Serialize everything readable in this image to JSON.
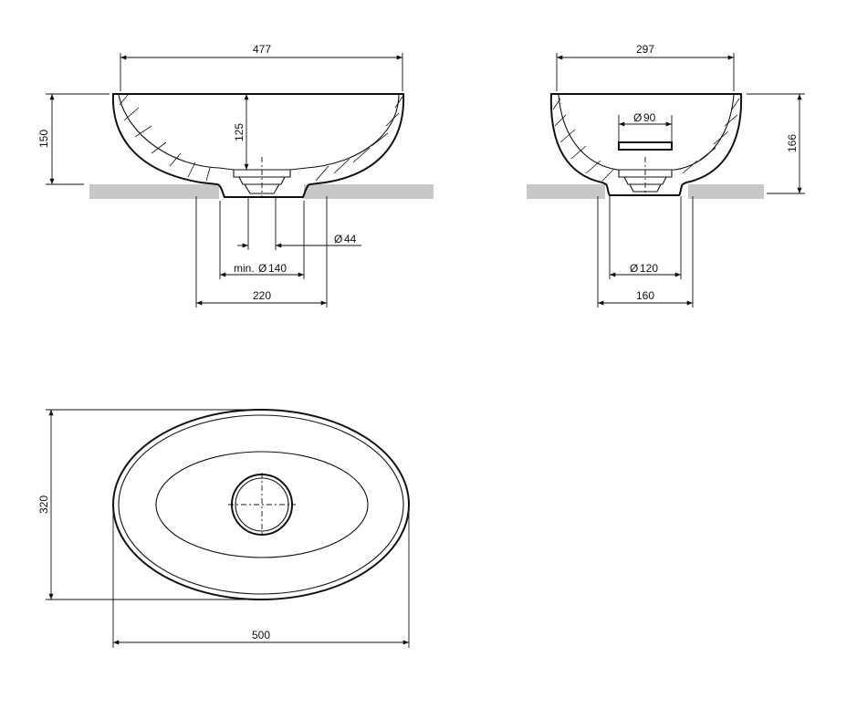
{
  "colors": {
    "line": "#111111",
    "countertop": "#c8c8c8",
    "background": "#ffffff"
  },
  "front_view": {
    "width": "477",
    "height_total": "150",
    "inner_depth": "125",
    "drain_diameter": "44",
    "drain_prefix": "Ø",
    "cutout_min": "min.",
    "cutout_diameter": "140",
    "base_width": "220"
  },
  "side_view": {
    "width": "297",
    "height_total": "166",
    "overflow_diameter": "90",
    "drain_diameter": "120",
    "base_width": "160"
  },
  "top_view": {
    "length": "500",
    "width": "320"
  }
}
